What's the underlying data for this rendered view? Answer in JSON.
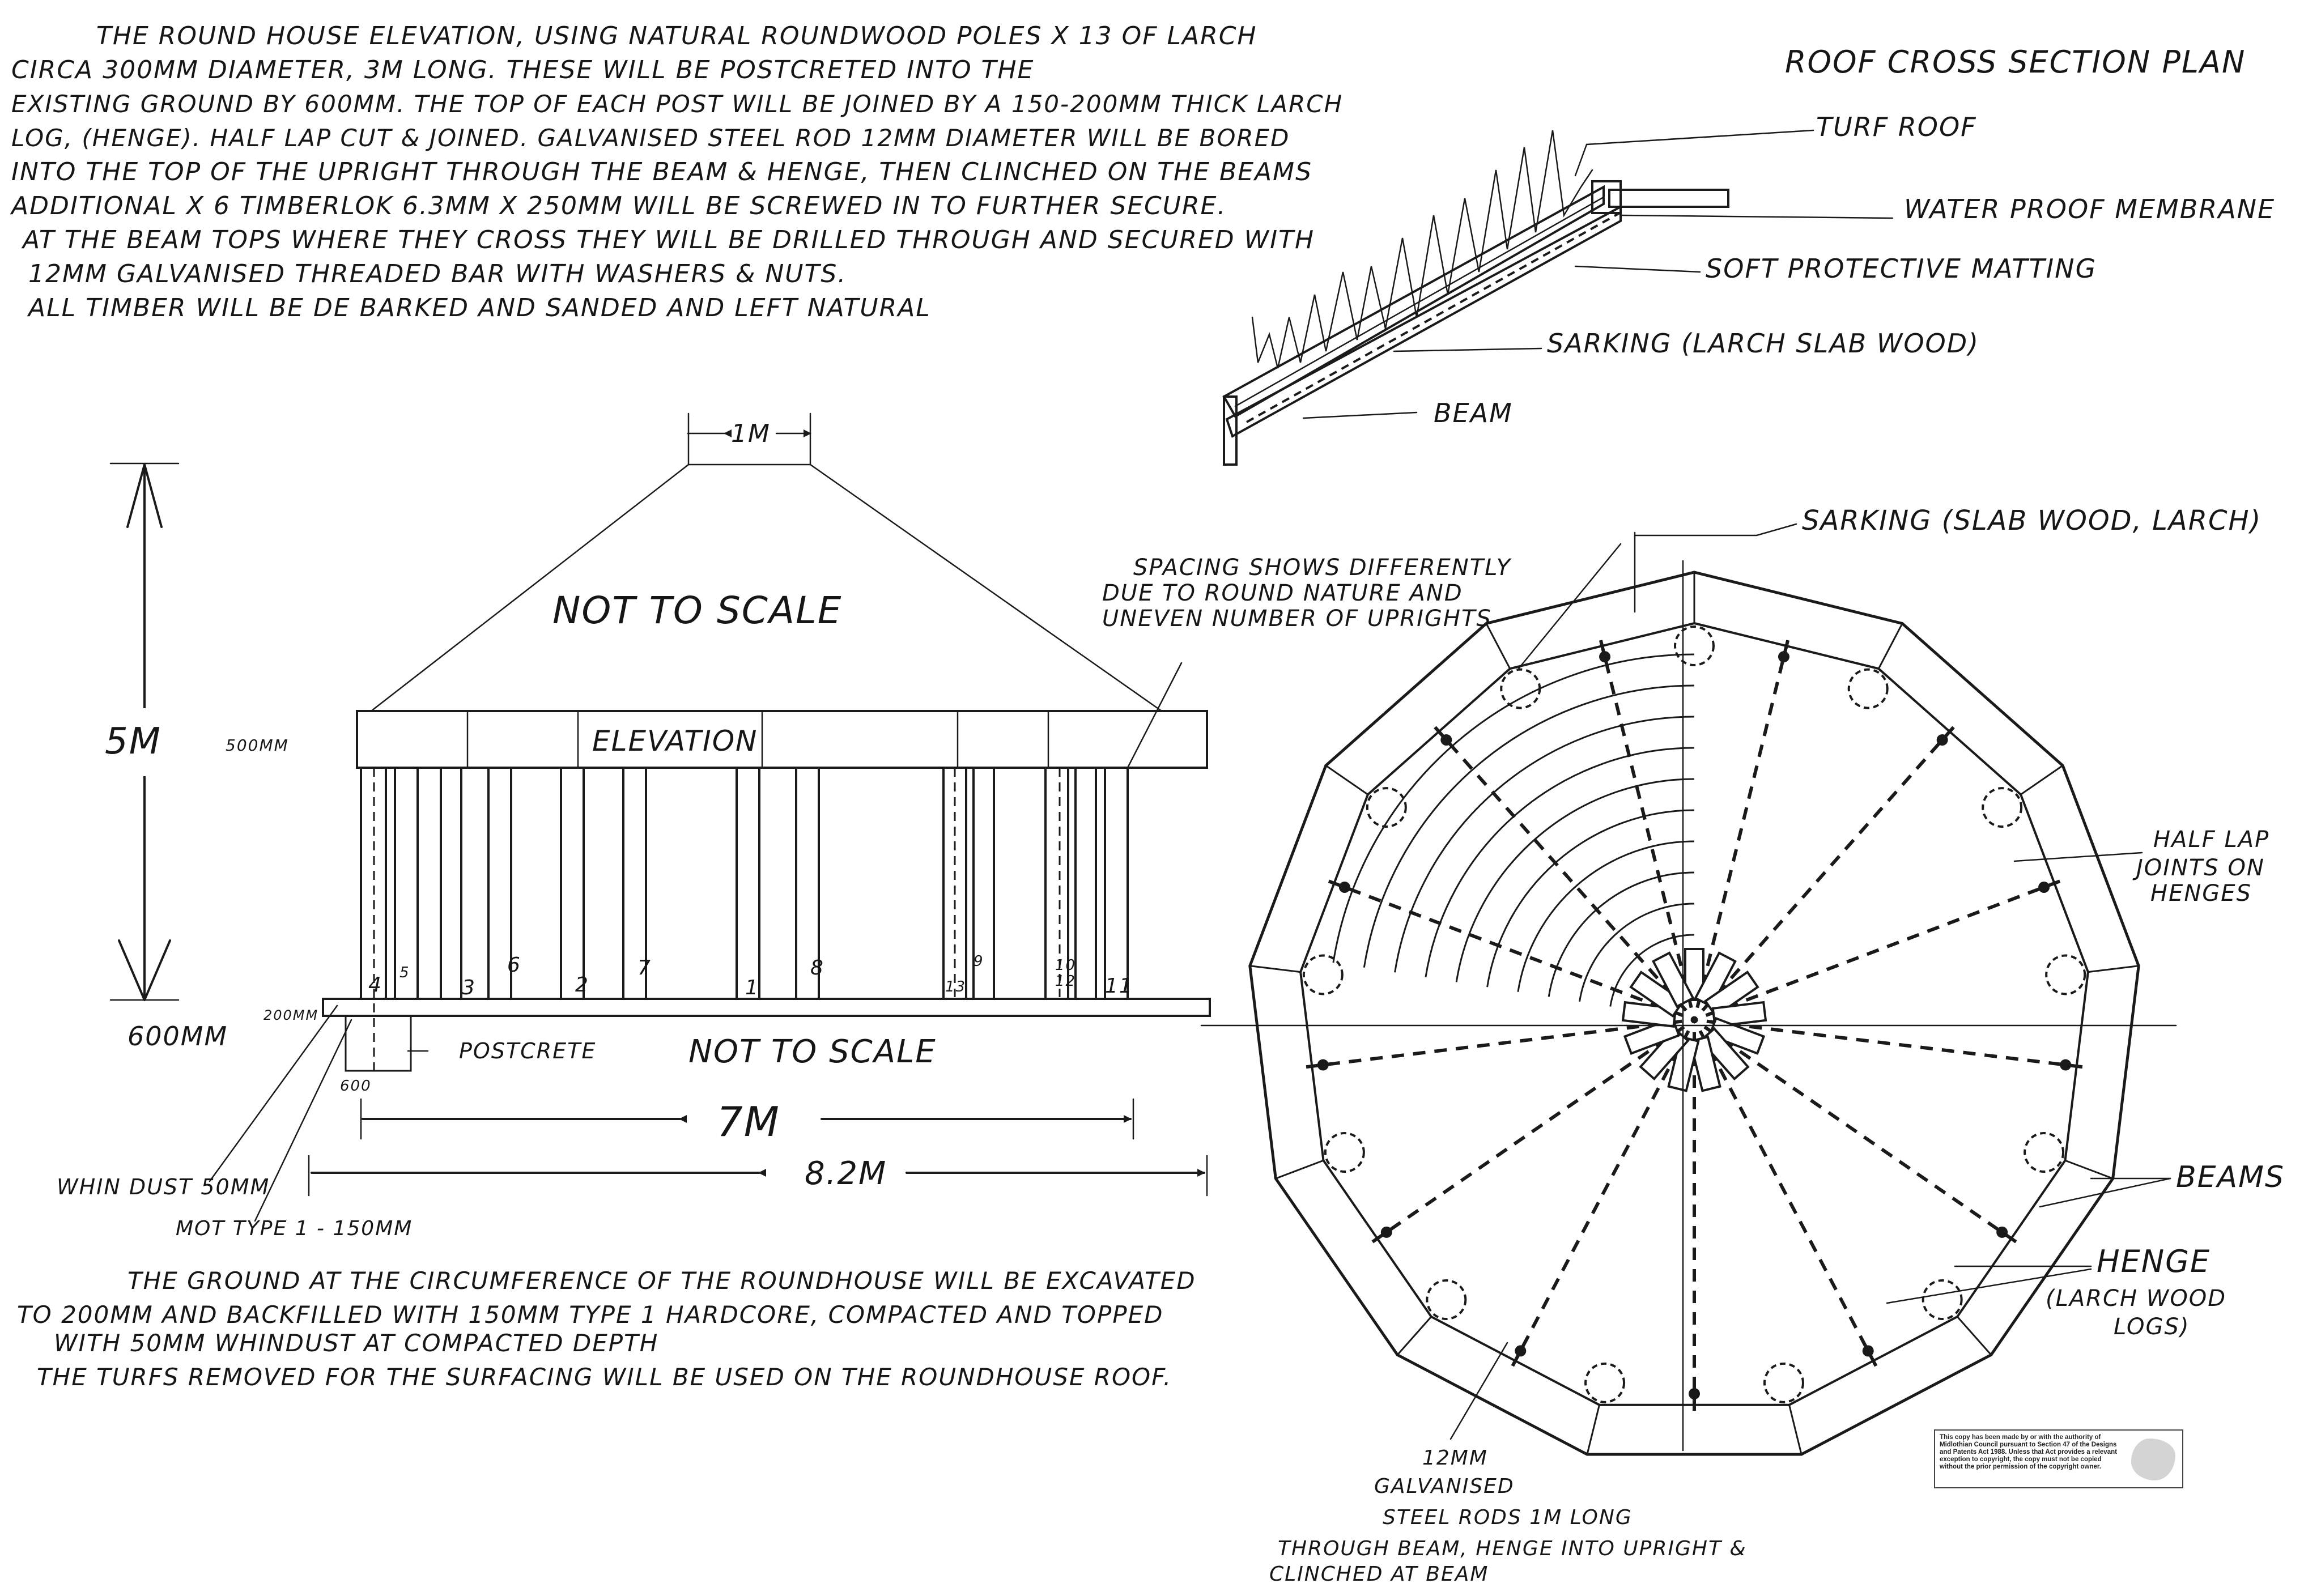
{
  "header_notes": {
    "lines": [
      "THE ROUND HOUSE ELEVATION, USING NATURAL ROUNDWOOD POLES X 13 OF LARCH",
      "CIRCA 300MM DIAMETER, 3M LONG. THESE WILL BE POSTCRETED INTO THE",
      "EXISTING GROUND BY 600MM. THE TOP OF EACH POST WILL BE JOINED BY A 150-200MM THICK LARCH",
      "LOG, (HENGE). HALF LAP CUT & JOINED. GALVANISED STEEL ROD 12MM DIAMETER WILL BE BORED",
      "INTO THE TOP OF THE UPRIGHT THROUGH THE BEAM & HENGE, THEN CLINCHED ON THE BEAMS",
      "ADDITIONAL X 6 TIMBERLOK 6.3MM X 250MM WILL BE SCREWED IN TO FURTHER SECURE.",
      "AT THE BEAM TOPS WHERE THEY CROSS THEY WILL BE DRILLED THROUGH AND SECURED WITH",
      "12MM GALVANISED THREADED BAR WITH WASHERS & NUTS.",
      "ALL TIMBER WILL BE DE BARKED AND SANDED AND LEFT NATURAL"
    ]
  },
  "roof_section": {
    "title": "ROOF CROSS SECTION PLAN",
    "labels": {
      "turf": "TURF ROOF",
      "membrane": "WATER PROOF MEMBRANE",
      "matting": "SOFT PROTECTIVE MATTING",
      "sarking": "SARKING (LARCH SLAB WOOD)",
      "beam": "BEAM"
    }
  },
  "elevation": {
    "not_to_scale_top": "NOT TO SCALE",
    "elevation_label": "ELEVATION",
    "apex_width": "1M",
    "height": "5M",
    "beam_depth": "500MM",
    "ground_depth": "600MM",
    "ground_layer": "200MM",
    "postcrete": "POSTCRETE",
    "not_to_scale_bottom": "NOT TO SCALE",
    "post_width": "600",
    "width_inner": "7M",
    "width_outer": "8.2M",
    "whin_dust": "WHIN DUST 50MM",
    "mot_type": "MOT TYPE 1 - 150MM",
    "post_numbers": [
      "4",
      "5",
      "3",
      "6",
      "2",
      "7",
      "1",
      "8",
      "13",
      "9",
      "12",
      "10",
      "11"
    ]
  },
  "ground_notes": {
    "lines": [
      "THE GROUND AT THE CIRCUMFERENCE OF THE ROUNDHOUSE WILL BE EXCAVATED",
      "TO 200MM AND BACKFILLED WITH 150MM TYPE 1 HARDCORE, COMPACTED AND TOPPED",
      "WITH 50MM WHINDUST AT COMPACTED DEPTH",
      "THE TURFS REMOVED FOR THE SURFACING WILL BE USED ON THE ROUNDHOUSE ROOF."
    ]
  },
  "plan": {
    "spacing_note": [
      "SPACING SHOWS DIFFERENTLY",
      "DUE TO ROUND NATURE AND",
      "UNEVEN NUMBER OF UPRIGHTS"
    ],
    "sarking": "SARKING (SLAB WOOD, LARCH)",
    "half_lap": [
      "HALF LAP",
      "JOINTS ON",
      "HENGES"
    ],
    "beams": "BEAMS",
    "henge": [
      "HENGE",
      "(LARCH WOOD",
      "LOGS)"
    ],
    "rods": [
      "12MM",
      "GALVANISED",
      "STEEL RODS 1M LONG",
      "THROUGH BEAM, HENGE INTO UPRIGHT &",
      "CLINCHED AT BEAM"
    ]
  },
  "copyright_notice": "This copy has been made by or with the authority of Midlothian Council pursuant to Section 47 of the Designs and Patents Act 1988. Unless that Act provides a relevant exception to copyright, the copy must not be copied without the prior permission of the copyright owner."
}
